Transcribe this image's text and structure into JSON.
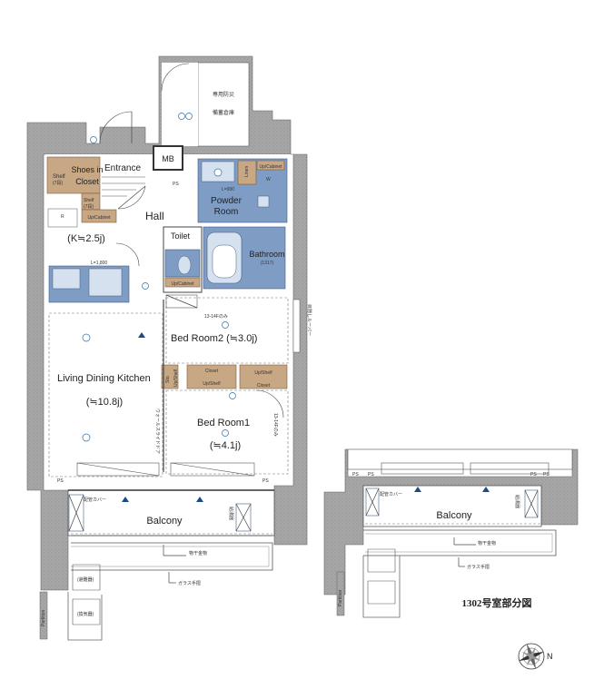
{
  "rooms": {
    "storage_line1": "専用防災",
    "storage_line2": "備蓄倉庫",
    "mb": "MB",
    "entrance": "Entrance",
    "shoes_in_closet_line1": "Shoes in",
    "shoes_in_closet_line2": "Closet",
    "shelf_top": "Shelf",
    "shelf_top_sub": "(7段)",
    "shelf_bottom": "Shelf",
    "shelf_bottom_sub": "(7段)",
    "up_cabinet_entry": "Up/Cabinet",
    "ps_top": "PS",
    "hall": "Hall",
    "linen": "Linen",
    "up_cabinet_powder": "Up/Cabinet",
    "powder_room_line1": "Powder",
    "powder_room_line2": "Room",
    "w_powder": "W",
    "powder_dimension": "L=900",
    "kitchen": "(K≒2.5j)",
    "kitchen_r": "R",
    "kitchen_dimension": "L=1,800",
    "toilet": "Toilet",
    "toilet_cabinet": "Up/Cabinet",
    "bathroom": "Bathroom",
    "bathroom_size": "(1317)",
    "floor_note": "13-14Fのみ",
    "louver": "目隠しルーバー",
    "bedroom2": "Bed Room2 (≒3.0j)",
    "closet_left": "Closet",
    "up_shelf_left": "Up/Shelf",
    "up_shelf_right": "Up/Shelf",
    "closet_right": "Closet",
    "sto": "Sto.",
    "up_shelf_sto": "Up/Shelf",
    "ldk_line1": "Living Dining Kitchen",
    "ldk_line2": "(≒10.8j)",
    "bedroom1_line1": "Bed Room1",
    "bedroom1_line2": "(≒4.1j)",
    "wall_slide_door": "ウォールスライドドア",
    "window_note": "13-14Fのみ",
    "ps_bottom_left": "PS",
    "ps_bottom_right": "PS",
    "pipe_cover": "配管カバー",
    "balcony": "Balcony",
    "outdoor_unit": "給湯器",
    "laundry_hanger": "物干金物",
    "glass_railing": "ガラス手摺",
    "vent_top": "(避難器)",
    "vent_bottom": "(換気器)",
    "partition": "Partition"
  },
  "partial_plan": {
    "title": "1302号室部分図",
    "ps_1": "PS",
    "ps_2": "PS",
    "ps_3": "PS",
    "ps_4": "PS",
    "pipe_cover": "配管カバー",
    "balcony": "Balcony",
    "outdoor_unit": "給湯器",
    "laundry_hanger": "物干金物",
    "glass_railing": "ガラス手摺",
    "partition": "Partition"
  },
  "compass": {
    "north": "N"
  },
  "colors": {
    "wall": "#a3a3a3",
    "wet_area": "#7f9cc4",
    "wood_storage": "#c7a784",
    "fixture_circle": "#2f6ea8"
  }
}
